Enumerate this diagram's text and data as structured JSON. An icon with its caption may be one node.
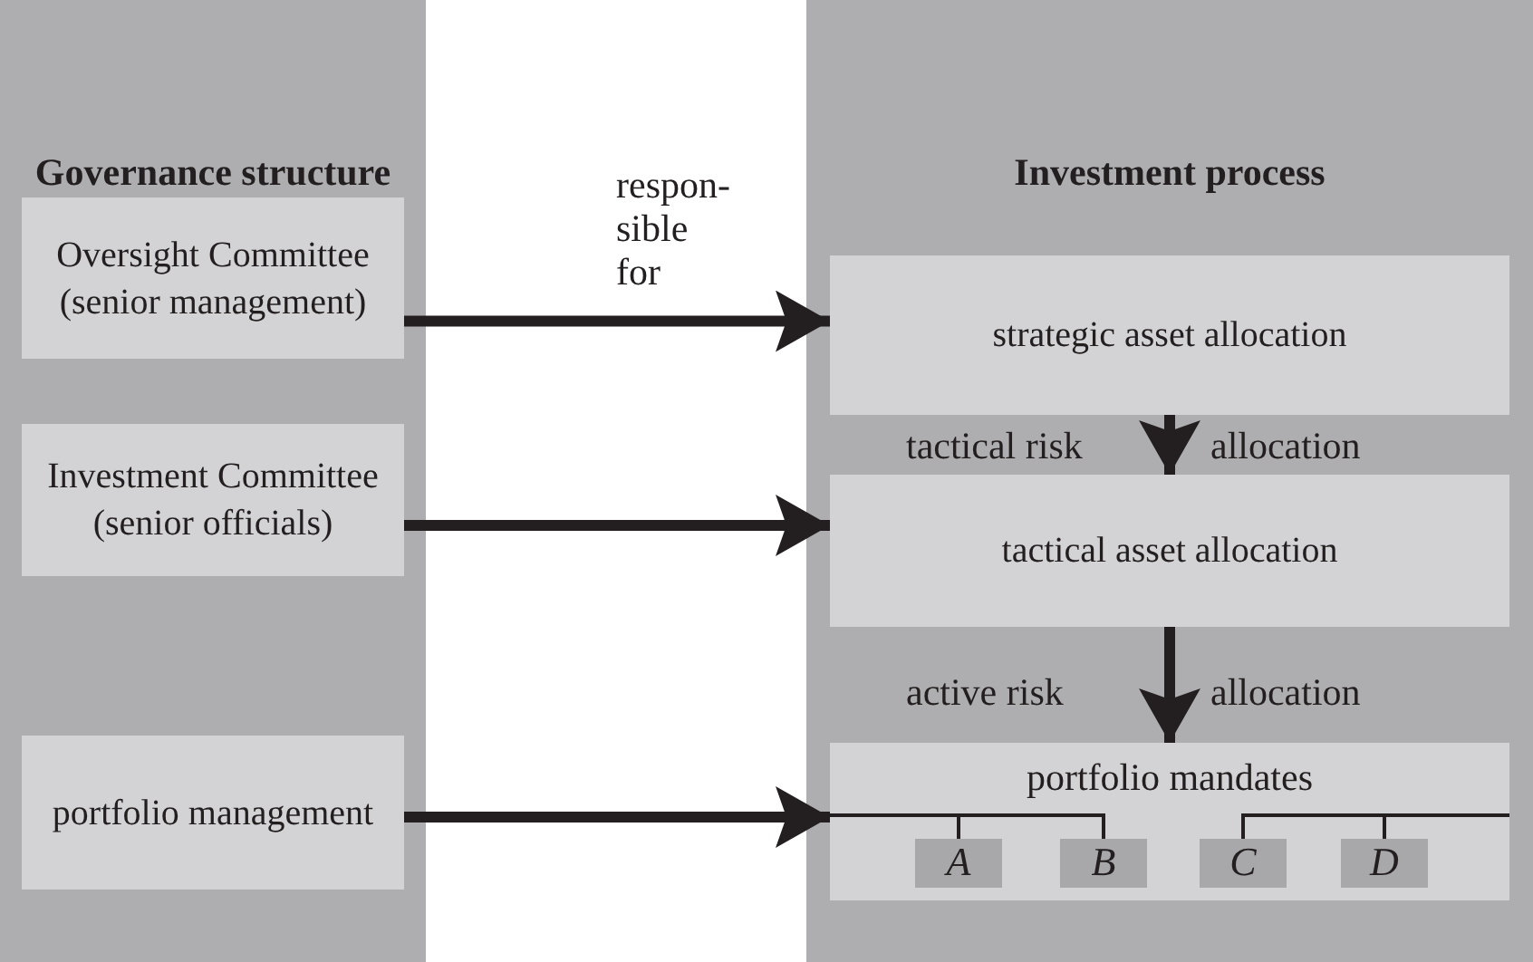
{
  "diagram": {
    "nodes": [
      {
        "text": [
          "Governance structure"
        ]
      },
      {
        "text": [
          "Oversight Committee (senior management)"
        ],
        "in": 0
      },
      {
        "text": [
          "Investment Committee (senior officials)"
        ],
        "in": 0
      },
      {
        "text": [
          "portfolio management"
        ],
        "in": 0
      },
      {
        "text": [
          "Investment process"
        ]
      },
      {
        "text": [
          "strategic asset allocation"
        ],
        "in": 4
      },
      {
        "text": [
          "tactical asset allocation"
        ],
        "in": 4
      },
      {
        "text": [
          "portfolio mandates"
        ],
        "in": 4
      },
      {
        "text": [
          "A"
        ],
        "in": 7
      },
      {
        "text": [
          "B"
        ],
        "in": 7
      },
      {
        "text": [
          "C"
        ],
        "in": 7
      },
      {
        "text": [
          "D"
        ],
        "in": 7
      }
    ],
    "edges": [
      {
        "from": 1,
        "to": 5,
        "arrow": "to",
        "label": "respon- sible for"
      },
      {
        "from": 2,
        "to": 6,
        "arrow": "to"
      },
      {
        "from": 3,
        "to": 7,
        "arrow": "to"
      },
      {
        "from": 5,
        "to": 6,
        "arrow": "to"
      },
      {
        "from": 6,
        "to": 7,
        "arrow": "to"
      },
      {
        "from": 7,
        "to": 8,
        "arrow": "none"
      },
      {
        "from": 7,
        "to": 9,
        "arrow": "none"
      },
      {
        "from": 7,
        "to": 10,
        "arrow": "none"
      },
      {
        "from": 7,
        "to": 11,
        "arrow": "none"
      }
    ],
    "labels": [
      "tactical risk",
      "allocation",
      "active risk",
      "allocation"
    ]
  }
}
